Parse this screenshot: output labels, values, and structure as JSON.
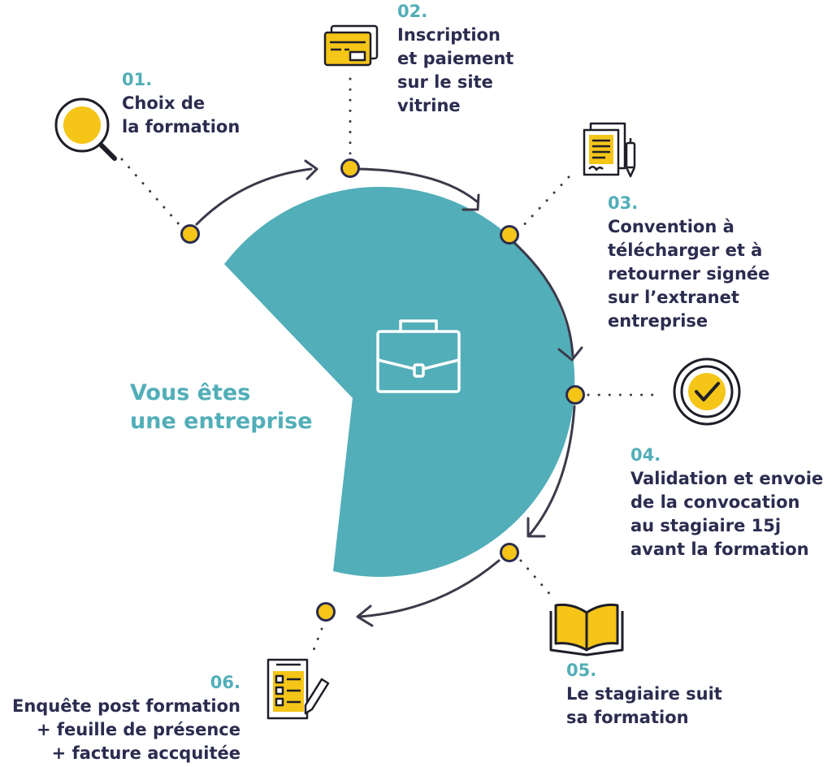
{
  "colors": {
    "teal": "#52aeb8",
    "yellow": "#f5c518",
    "dark": "#2b2c4f",
    "line": "#3a3a4a"
  },
  "center": {
    "title": "Vous êtes\nune entreprise",
    "icon": "briefcase-icon"
  },
  "steps": [
    {
      "num": "01.",
      "text": "Choix de\nla formation",
      "icon": "magnifier-icon"
    },
    {
      "num": "02.",
      "text": "Inscription\net paiement\nsur le site\nvitrine",
      "icon": "credit-card-icon"
    },
    {
      "num": "03.",
      "text": "Convention à\ntélécharger et à\nretourner signée\nsur l’extranet\nentreprise",
      "icon": "contract-pen-icon"
    },
    {
      "num": "04.",
      "text": "Validation et envoie\nde la convocation\nau stagiaire 15j\navant la formation",
      "icon": "check-badge-icon"
    },
    {
      "num": "05.",
      "text": "Le stagiaire suit\nsa formation",
      "icon": "open-book-icon"
    },
    {
      "num": "06.",
      "text": "Enquête post formation\n+ feuille de présence\n+ facture accquitée",
      "icon": "checklist-pen-icon"
    }
  ]
}
